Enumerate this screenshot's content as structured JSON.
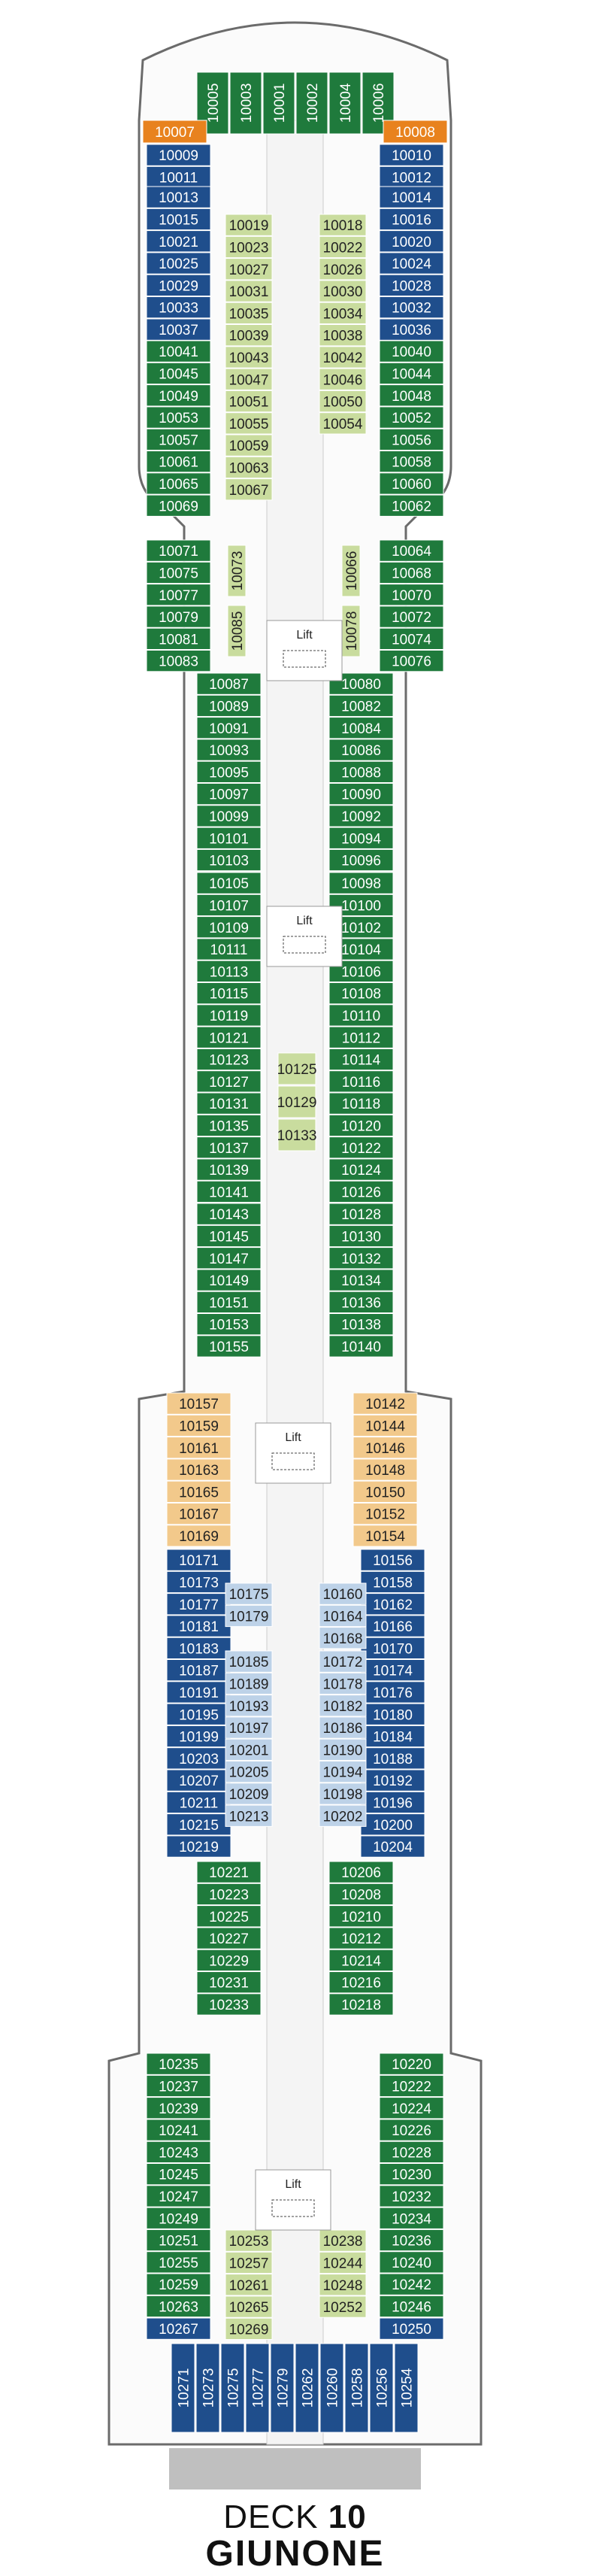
{
  "caption": {
    "deck_word": "DECK",
    "deck_number": "10",
    "deck_name": "GIUNONE"
  },
  "lift_label": "Lift",
  "colors": {
    "balcony": "#1f7a3c",
    "suite": "#1f4e8c",
    "inside": "#c9dc9e",
    "oceanview": "#bdd2e8",
    "aft": "#f2c98b",
    "yacht": "#e8821e",
    "hull": "#bfbfbf",
    "corridor": "#f4f4f4",
    "outline": "#6b6b6b"
  },
  "forward_cabins": [
    "10005",
    "10003",
    "10001",
    "10002",
    "10004",
    "10006"
  ],
  "bow_corner_cabins": [
    "10007",
    "10008"
  ],
  "sections": [
    {
      "port": [
        "10009",
        "10011"
      ],
      "starboard": [
        "10010",
        "10012"
      ],
      "type": "suite"
    },
    {
      "port": [
        "10013",
        "10015",
        "10021",
        "10025",
        "10029",
        "10033"
      ],
      "starboard": [
        "10014",
        "10016",
        "10020",
        "10024",
        "10028",
        "10032"
      ],
      "type": "suite"
    },
    {
      "port": [
        "10037"
      ],
      "starboard": [
        "10036"
      ],
      "type": "suite"
    },
    {
      "port": [
        "10041",
        "10045",
        "10049",
        "10053",
        "10057",
        "10061",
        "10065",
        "10069"
      ],
      "starboard": [
        "10040",
        "10044",
        "10048",
        "10052",
        "10056",
        "10058",
        "10060",
        "10062"
      ],
      "type": "balcony"
    },
    {
      "port": [
        "10071",
        "10075",
        "10077",
        "10079",
        "10081",
        "10083"
      ],
      "starboard": [
        "10064",
        "10068",
        "10070",
        "10072",
        "10074",
        "10076"
      ],
      "type": "balcony"
    },
    {
      "port": [
        "10087",
        "10089",
        "10091",
        "10093",
        "10095",
        "10097",
        "10099",
        "10101",
        "10103"
      ],
      "starboard": [
        "10080",
        "10082",
        "10084",
        "10086",
        "10088",
        "10090",
        "10092",
        "10094",
        "10096"
      ],
      "type": "balcony"
    },
    {
      "port": [
        "10105",
        "10107",
        "10109",
        "10111",
        "10113",
        "10115",
        "10119",
        "10121",
        "10123",
        "10127",
        "10131",
        "10135",
        "10137",
        "10139",
        "10141"
      ],
      "starboard": [
        "10098",
        "10100",
        "10102",
        "10104",
        "10106",
        "10108",
        "10110",
        "10112",
        "10114",
        "10116",
        "10118",
        "10120",
        "10122",
        "10124",
        "10126"
      ],
      "type": "balcony"
    },
    {
      "port": [
        "10143",
        "10145",
        "10147",
        "10149",
        "10151",
        "10153",
        "10155"
      ],
      "starboard": [
        "10128",
        "10130",
        "10132",
        "10134",
        "10136",
        "10138",
        "10140"
      ],
      "type": "balcony"
    },
    {
      "port": [
        "10157",
        "10159",
        "10161",
        "10163",
        "10165",
        "10167",
        "10169"
      ],
      "starboard": [
        "10142",
        "10144",
        "10146",
        "10148",
        "10150",
        "10152",
        "10154"
      ],
      "type": "aft"
    },
    {
      "port": [
        "10171",
        "10173",
        "10177",
        "10181",
        "10183",
        "10187",
        "10191",
        "10195",
        "10199",
        "10203",
        "10207",
        "10211",
        "10215",
        "10219"
      ],
      "starboard": [
        "10156",
        "10158",
        "10162",
        "10166",
        "10170",
        "10174",
        "10176",
        "10180",
        "10184",
        "10188",
        "10192",
        "10196",
        "10200",
        "10204"
      ],
      "type": "suite"
    },
    {
      "port": [
        "10221",
        "10223",
        "10225",
        "10227",
        "10229",
        "10231",
        "10233"
      ],
      "starboard": [
        "10206",
        "10208",
        "10210",
        "10212",
        "10214",
        "10216",
        "10218"
      ],
      "type": "balcony"
    },
    {
      "port": [
        "10235",
        "10237",
        "10239",
        "10241",
        "10243",
        "10245",
        "10247",
        "10249",
        "10251",
        "10255",
        "10259",
        "10263"
      ],
      "starboard": [
        "10220",
        "10222",
        "10224",
        "10226",
        "10228",
        "10230",
        "10232",
        "10234",
        "10236",
        "10240",
        "10242",
        "10246"
      ],
      "type": "balcony"
    },
    {
      "port": [
        "10267"
      ],
      "starboard": [
        "10250"
      ],
      "type": "suite"
    }
  ],
  "interior_groups": [
    {
      "left": [
        "10019",
        "10023",
        "10027",
        "10031",
        "10035",
        "10039",
        "10043",
        "10047",
        "10051",
        "10055",
        "10059",
        "10063",
        "10067"
      ],
      "right": [
        "10018",
        "10022",
        "10026",
        "10030",
        "10034",
        "10038",
        "10042",
        "10046",
        "10050",
        "10054"
      ],
      "type": "inside"
    },
    {
      "left": [
        "10073"
      ],
      "right": [
        "10066"
      ],
      "type": "inside"
    },
    {
      "left": [
        "10085"
      ],
      "right": [
        "10078"
      ],
      "type": "inside"
    },
    {
      "center": [
        "10125",
        "10129",
        "10133"
      ],
      "type": "inside"
    },
    {
      "left": [
        "10175",
        "10179"
      ],
      "right": [
        "10160",
        "10164",
        "10168"
      ],
      "type": "oceanview"
    },
    {
      "left": [
        "10185",
        "10189",
        "10193",
        "10197",
        "10201",
        "10205",
        "10209",
        "10213"
      ],
      "right": [
        "10172",
        "10178",
        "10182",
        "10186",
        "10190",
        "10194",
        "10198",
        "10202"
      ],
      "type": "oceanview"
    },
    {
      "left": [
        "10253",
        "10257",
        "10261",
        "10265",
        "10269"
      ],
      "right": [
        "10238",
        "10244",
        "10248",
        "10252"
      ],
      "type": "inside"
    }
  ],
  "stern_cabins": [
    "10271",
    "10273",
    "10275",
    "10277",
    "10279",
    "10262",
    "10260",
    "10258",
    "10256",
    "10254"
  ]
}
